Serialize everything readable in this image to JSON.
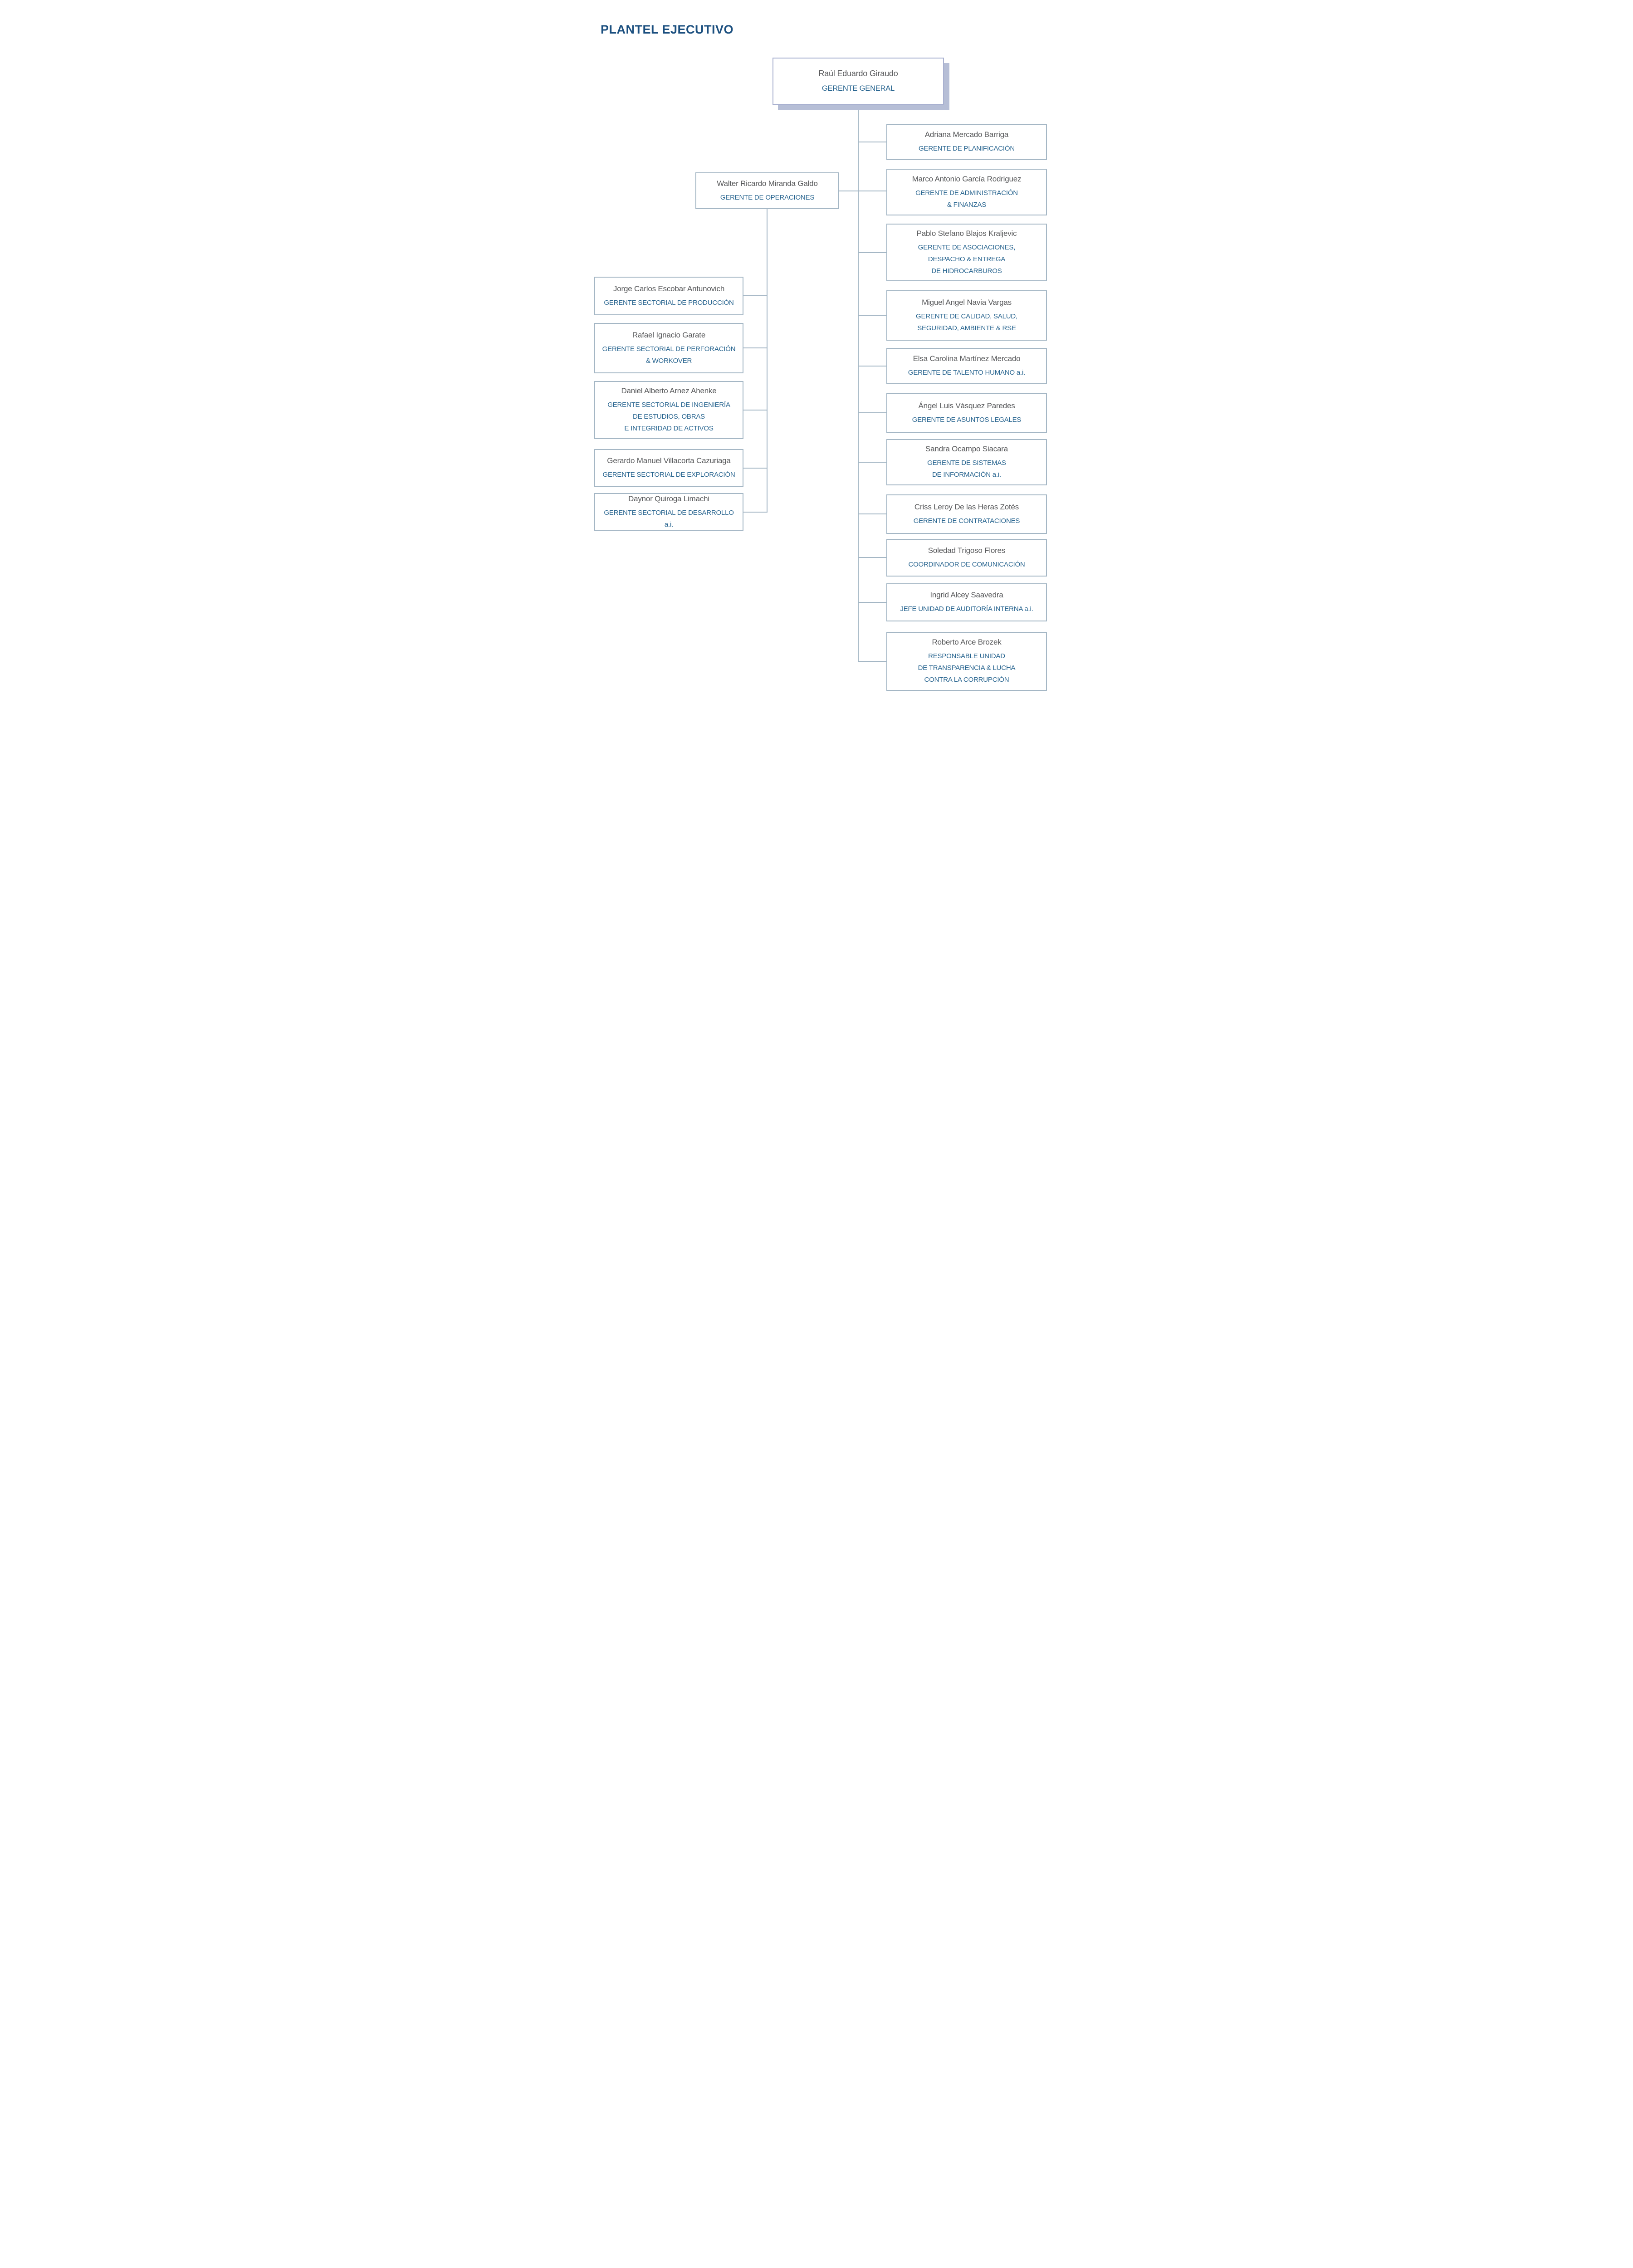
{
  "page_title": "PLANTEL EJECUTIVO",
  "colors": {
    "heading_blue": "#1b4f7f",
    "role_blue": "#27648f",
    "name_gray": "#57585a",
    "box_border": "#a5b7c5",
    "root_border": "#a9b1d0",
    "root_shadow": "#b6bed6"
  },
  "org_chart": {
    "root": {
      "id": "gerente-general",
      "person": "Raúl Eduardo Giraudo",
      "role": "GERENTE GENERAL"
    },
    "operations_branch": {
      "id": "gerente-operaciones",
      "person": "Walter Ricardo Miranda Galdo",
      "role": "GERENTE DE OPERACIONES",
      "reports": [
        {
          "id": "gerente-sectorial-produccion",
          "person": "Jorge Carlos Escobar Antunovich",
          "role": "GERENTE SECTORIAL DE PRODUCCIÓN"
        },
        {
          "id": "gerente-sectorial-perforacion",
          "person": "Rafael Ignacio Garate",
          "role": "GERENTE SECTORIAL DE PERFORACIÓN\n& WORKOVER"
        },
        {
          "id": "gerente-sectorial-ingenieria",
          "person": "Daniel Alberto Arnez Ahenke",
          "role": "GERENTE SECTORIAL DE INGENIERÍA\nDE ESTUDIOS, OBRAS\nE INTEGRIDAD DE ACTIVOS"
        },
        {
          "id": "gerente-sectorial-exploracion",
          "person": "Gerardo Manuel Villacorta Cazuriaga",
          "role": "GERENTE SECTORIAL DE EXPLORACIÓN"
        },
        {
          "id": "gerente-sectorial-desarrollo",
          "person": "Daynor Quiroga Limachi",
          "role": "GERENTE SECTORIAL DE DESARROLLO a.i."
        }
      ]
    },
    "direct_reports": [
      {
        "id": "gerente-planificacion",
        "person": "Adriana Mercado Barriga",
        "role": "GERENTE DE PLANIFICACIÓN"
      },
      {
        "id": "gerente-administracion-finanzas",
        "person": "Marco Antonio García Rodriguez",
        "role": "GERENTE DE ADMINISTRACIÓN\n& FINANZAS"
      },
      {
        "id": "gerente-asociaciones",
        "person": "Pablo Stefano Blajos Kraljevic",
        "role": "GERENTE DE ASOCIACIONES,\nDESPACHO & ENTREGA\nDE HIDROCARBUROS"
      },
      {
        "id": "gerente-calidad",
        "person": "Miguel Angel Navia Vargas",
        "role": "GERENTE DE CALIDAD, SALUD,\nSEGURIDAD, AMBIENTE & RSE"
      },
      {
        "id": "gerente-talento-humano",
        "person": "Elsa Carolina Martínez Mercado",
        "role": "GERENTE DE TALENTO HUMANO a.i."
      },
      {
        "id": "gerente-asuntos-legales",
        "person": "Ángel Luis Vásquez Paredes",
        "role": "GERENTE DE ASUNTOS LEGALES"
      },
      {
        "id": "gerente-sistemas-informacion",
        "person": "Sandra Ocampo Siacara",
        "role": "GERENTE DE SISTEMAS\nDE INFORMACIÓN a.i."
      },
      {
        "id": "gerente-contrataciones",
        "person": "Criss Leroy De las Heras Zotés",
        "role": "GERENTE DE CONTRATACIONES"
      },
      {
        "id": "coordinador-comunicacion",
        "person": "Soledad Trigoso Flores",
        "role": "COORDINADOR DE COMUNICACIÓN"
      },
      {
        "id": "jefe-auditoria-interna",
        "person": "Ingrid Alcey Saavedra",
        "role": "JEFE UNIDAD DE AUDITORÍA INTERNA a.i."
      },
      {
        "id": "responsable-transparencia",
        "person": "Roberto Arce Brozek",
        "role": "RESPONSABLE UNIDAD\nDE TRANSPARENCIA & LUCHA\nCONTRA LA CORRUPCIÓN"
      }
    ]
  }
}
